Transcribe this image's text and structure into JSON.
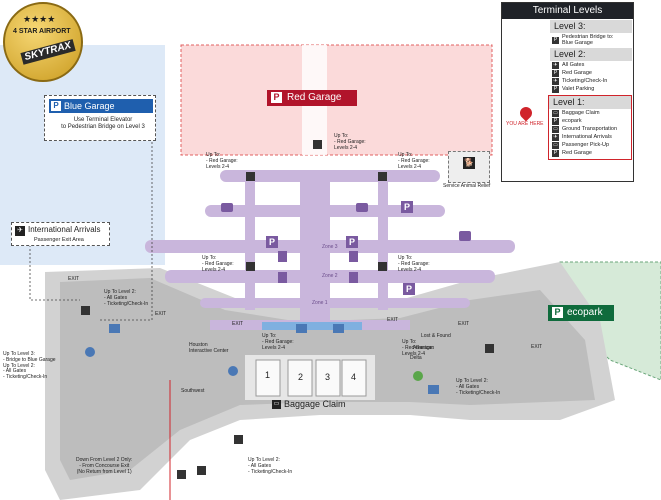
{
  "badge": {
    "stars": "★★★★",
    "line1": "4 STAR AIRPORT",
    "line2": "SKYTRAX"
  },
  "legend": {
    "title": "Terminal Levels",
    "level3": {
      "label": "Level 3:",
      "items": [
        {
          "icon": "P",
          "text": "Pedestrian Bridge to:\nBlue Garage"
        }
      ]
    },
    "level2": {
      "label": "Level 2:",
      "items": [
        {
          "icon": "✈",
          "text": "All Gates"
        },
        {
          "icon": "P",
          "text": "Red Garage"
        },
        {
          "icon": "✈",
          "text": "Ticketing/Check-In"
        },
        {
          "icon": "P",
          "text": "Valet Parking"
        }
      ]
    },
    "you_are_here": "YOU ARE HERE",
    "level1": {
      "label": "Level 1:",
      "items": [
        {
          "icon": "▭",
          "text": "Baggage Claim"
        },
        {
          "icon": "P",
          "text": "ecopark"
        },
        {
          "icon": "▭",
          "text": "Ground Transportation"
        },
        {
          "icon": "✈",
          "text": "International Arrivals"
        },
        {
          "icon": "▭",
          "text": "Passenger Pick-Up"
        },
        {
          "icon": "P",
          "text": "Red Garage"
        }
      ]
    }
  },
  "blue_garage": {
    "title": "Blue Garage",
    "note": "Use Terminal Elevator\nto Pedestrian Bridge on Level 3"
  },
  "red_garage": {
    "title": "Red Garage"
  },
  "ecopark": {
    "title": "ecopark"
  },
  "international_arrivals": {
    "title": "International Arrivals",
    "sub": "Passenger Exit Area"
  },
  "service_animal": "Service Animal Relief",
  "baggage_claim": {
    "title": "Baggage Claim",
    "carousels": [
      "1",
      "2",
      "3",
      "4"
    ]
  },
  "zones": [
    "Zone 3",
    "Zone 2",
    "Zone 1"
  ],
  "labels": {
    "up_red_1": "Up To:\n- Red Garage:\nLevels 2-4",
    "up_red_2": "Up To:\n- Red Garage:\nLevels 2-4",
    "up_red_left_top": "Up To:\n- Red Garage:\nLevels 2-4",
    "up_red_right_top": "Up To:\n- Red Garage:\nLevels 2-4",
    "up_red_left_mid": "Up To:\n- Red Garage:\nLevels 2-4",
    "up_red_right_mid": "Up To:\n- Red Garage:\nLevels 2-4",
    "up_red_center_low": "Up To:\n- Red Garage:\nLevels 2-4",
    "up_red_right_low": "Up To:\n- Red Garage:\nLevels 2-4",
    "up_l2_left": "Up To Level 2:\n- All Gates\n- Ticketing/Check-In",
    "up_l3_left": "Up To Level 3:\n- Bridge to Blue Garage\nUp To Level 2:\n- All Gates\n- Ticketing/Check-In",
    "up_l2_right": "Up To Level 2:\n- All Gates\n- Ticketing/Check-In",
    "up_l2_bottom": "Up To Level 2:\n- All Gates\n- Ticketing/Check-In",
    "down_from_l2": "Down From Level 2 Only:\n- From Concourse Exit\n(No Return from Level 1)",
    "houston_center": "Houston\nInteractive Center",
    "southwest": "Southwest",
    "lost_found": "Lost & Found",
    "american": "American",
    "delta": "Delta",
    "exit": "EXIT"
  },
  "colors": {
    "red_garage_fill": "#fbdada",
    "red_garage_border": "#e06060",
    "red_garage_brand": "#b1142b",
    "blue_garage_fill": "#dde9f7",
    "blue_garage_brand": "#1f5fae",
    "ecopark_fill": "#d6ead8",
    "ecopark_brand": "#0f6b3c",
    "walkway": "#c9b6dc",
    "terminal": "#cfcfcf",
    "you_are_here": "#d0242b"
  }
}
